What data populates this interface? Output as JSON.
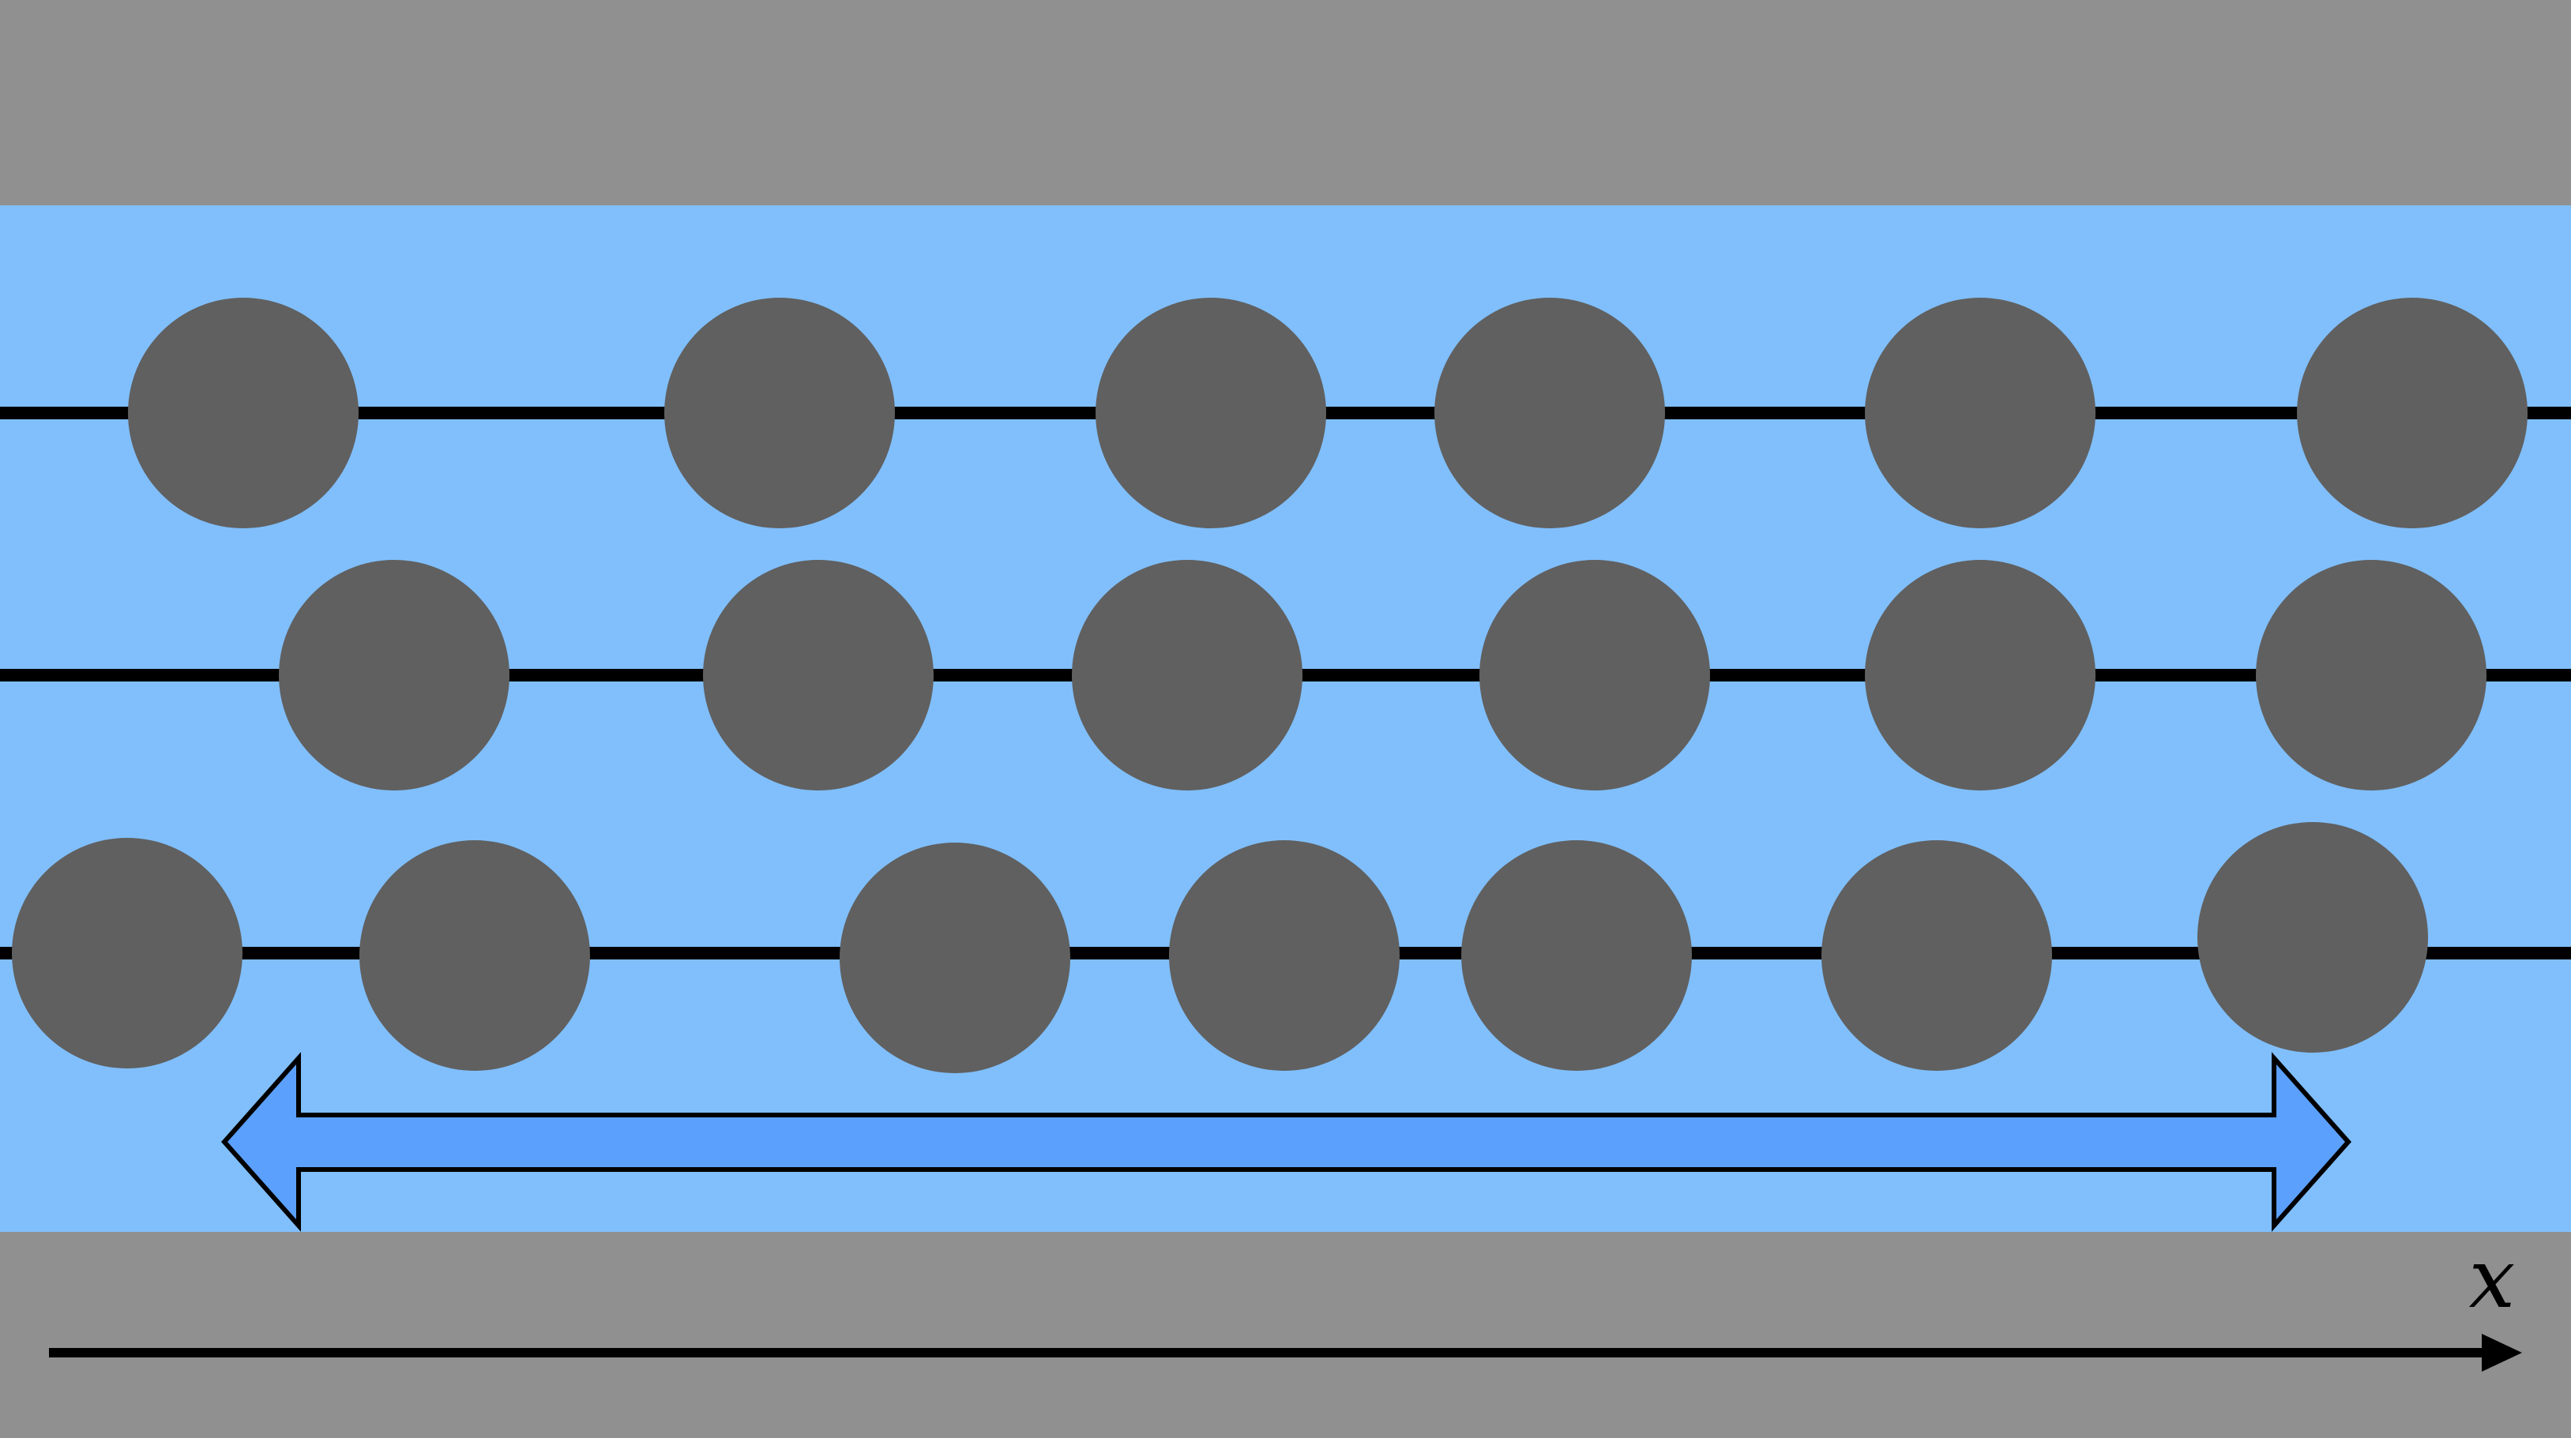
{
  "colors": {
    "wall": "#909090",
    "fluid": "#80bffc",
    "particle": "#606060",
    "line": "#000000",
    "double_arrow": "#5ba0fc"
  },
  "rows": [
    {
      "name": "top-row",
      "particle_count": 6
    },
    {
      "name": "middle-row",
      "particle_count": 6
    },
    {
      "name": "bottom-row",
      "particle_count": 7
    }
  ],
  "axis": {
    "label": "x"
  }
}
